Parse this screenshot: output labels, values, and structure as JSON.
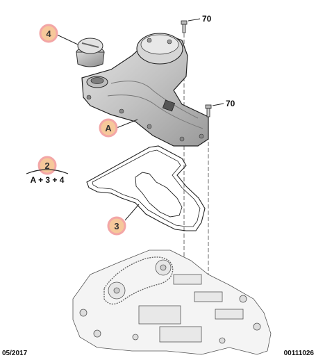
{
  "callouts": {
    "item_4": "4",
    "item_a": "A",
    "item_2": "2",
    "item_3": "3"
  },
  "part_refs": {
    "bolt_top": "70",
    "bolt_mid": "70"
  },
  "assembly_label": "A + 3 + 4",
  "footer": {
    "date": "05/2017",
    "ref_number": "00111026"
  },
  "colors": {
    "callout_fill": "#f6c89a",
    "callout_ring": "#f3a6a6",
    "line": "#222222",
    "part_fill": "#c8c8c8",
    "part_dark": "#8a8a8a"
  }
}
